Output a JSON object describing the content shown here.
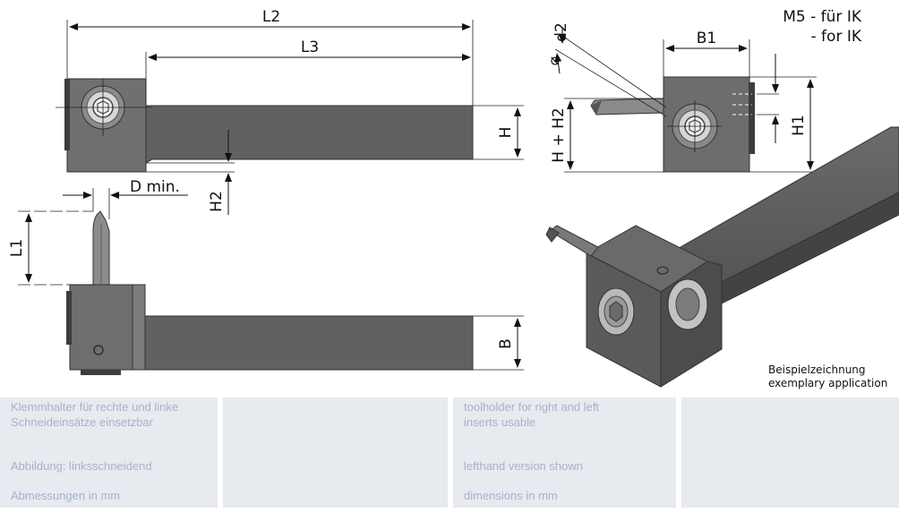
{
  "dimensions": {
    "L2": "L2",
    "L3": "L3",
    "H": "H",
    "H2": "H2",
    "D_min": "D min.",
    "L1": "L1",
    "B": "B",
    "d2": "d2",
    "diameter_symbol": "⌀",
    "B1": "B1",
    "H_plus_H2": "H + H2",
    "H1": "H1",
    "M5_de": "M5 - für IK",
    "M5_en": "- for IK"
  },
  "example_note": {
    "de": "Beispielzeichnung",
    "en": "exemplary application"
  },
  "notes": {
    "de": {
      "line1": "Klemmhalter für rechte und linke",
      "line2": "Schneideinsätze einsetzbar",
      "figure": "Abbildung: linksschneidend",
      "units": "Abmessungen in mm"
    },
    "en": {
      "line1": "toolholder for right and left",
      "line2": "inserts usable",
      "figure": "lefthand version shown",
      "units": "dimensions in mm"
    }
  },
  "colors": {
    "metal_dark": "#5f5d5d",
    "metal_mid": "#7a7878",
    "metal_light": "#8e8c8c",
    "panel_bg": "#e7eaef",
    "panel_text": "#a9b0ce"
  }
}
